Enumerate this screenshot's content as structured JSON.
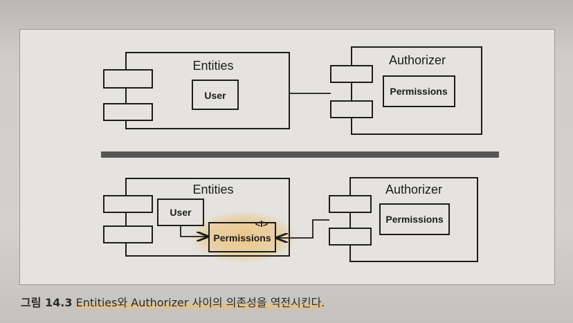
{
  "top_diagram": {
    "entities_label": "Entities",
    "user_label": "User",
    "authorizer_label": "Authorizer",
    "permissions_label": "Permissions"
  },
  "bottom_diagram": {
    "entities_label": "Entities",
    "user_label": "User",
    "interface_label": "<I>",
    "permissions_label": "Permissions",
    "authorizer_label": "Authorizer",
    "authorizer_permissions_label": "Permissions"
  },
  "caption": {
    "figure_number": "그림 14.3",
    "text": "Entities와 Authorizer 사이의 의존성을 역전시킨다."
  },
  "colors": {
    "line": "#1c1c1c",
    "divider": "#555555",
    "highlight": "#f0b040"
  }
}
